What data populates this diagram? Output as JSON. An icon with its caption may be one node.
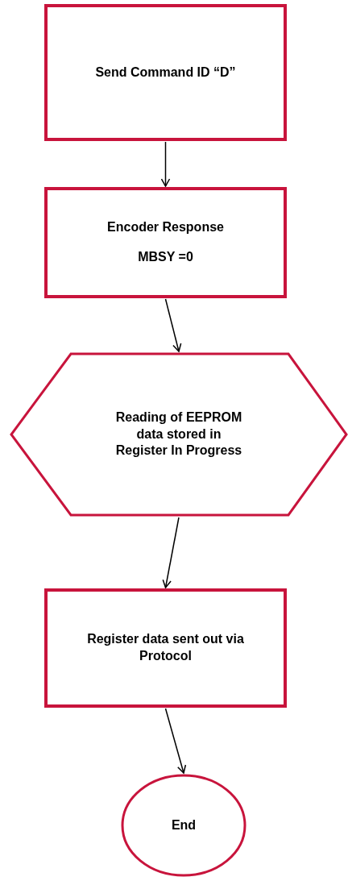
{
  "diagram": {
    "nodes": [
      {
        "text": [
          "Send Command ID “D”"
        ]
      },
      {
        "text": [
          "Encoder Response",
          "MBSY =0"
        ]
      },
      {
        "text": [
          "Reading of EEPROM data stored in Register In Progress"
        ]
      },
      {
        "text": [
          "Register data sent out via Protocol"
        ]
      },
      {
        "text": [
          "End"
        ]
      }
    ],
    "edges": [
      {
        "from": 0,
        "to": 1,
        "arrow": "to"
      },
      {
        "from": 1,
        "to": 2,
        "arrow": "to"
      },
      {
        "from": 2,
        "to": 3,
        "arrow": "to"
      },
      {
        "from": 3,
        "to": 4,
        "arrow": "to"
      }
    ]
  }
}
